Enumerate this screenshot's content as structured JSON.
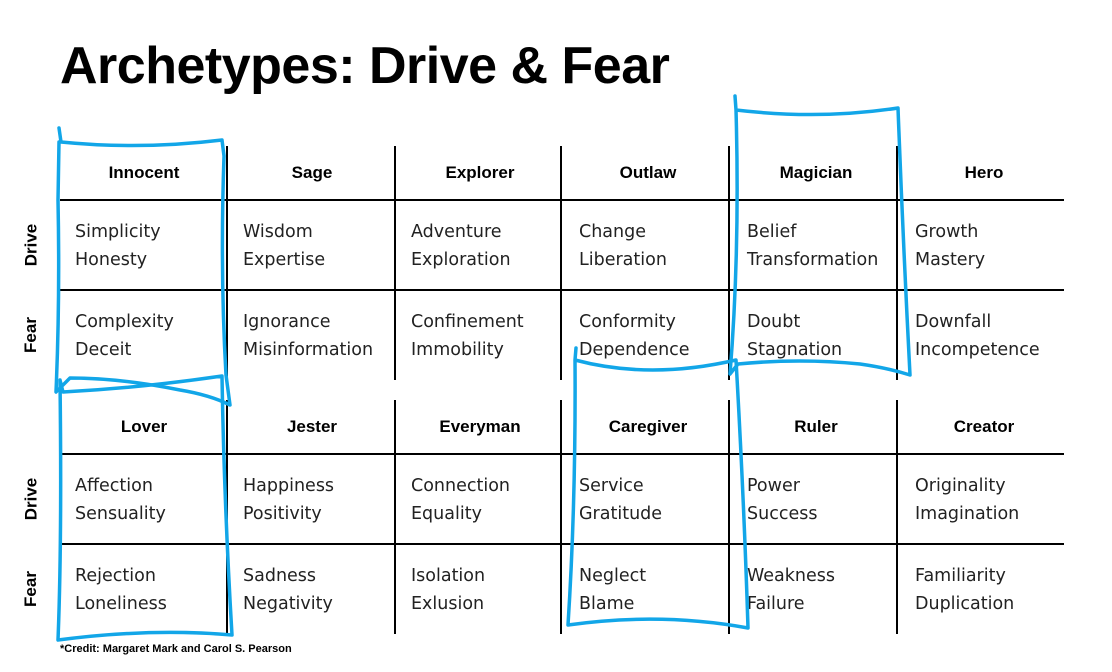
{
  "title": "Archetypes: Drive & Fear",
  "row_labels": {
    "drive": "Drive",
    "fear": "Fear"
  },
  "blocks": [
    {
      "archetypes": [
        {
          "name": "Innocent",
          "drive": [
            "Simplicity",
            "Honesty"
          ],
          "fear": [
            "Complexity",
            "Deceit"
          ]
        },
        {
          "name": "Sage",
          "drive": [
            "Wisdom",
            "Expertise"
          ],
          "fear": [
            "Ignorance",
            "Misinformation"
          ]
        },
        {
          "name": "Explorer",
          "drive": [
            "Adventure",
            "Exploration"
          ],
          "fear": [
            "Confinement",
            "Immobility"
          ]
        },
        {
          "name": "Outlaw",
          "drive": [
            "Change",
            "Liberation"
          ],
          "fear": [
            "Conformity",
            "Dependence"
          ]
        },
        {
          "name": "Magician",
          "drive": [
            "Belief",
            "Transformation"
          ],
          "fear": [
            "Doubt",
            "Stagnation"
          ]
        },
        {
          "name": "Hero",
          "drive": [
            "Growth",
            "Mastery"
          ],
          "fear": [
            "Downfall",
            "Incompetence"
          ]
        }
      ]
    },
    {
      "archetypes": [
        {
          "name": "Lover",
          "drive": [
            "Affection",
            "Sensuality"
          ],
          "fear": [
            "Rejection",
            "Loneliness"
          ]
        },
        {
          "name": "Jester",
          "drive": [
            "Happiness",
            "Positivity"
          ],
          "fear": [
            "Sadness",
            "Negativity"
          ]
        },
        {
          "name": "Everyman",
          "drive": [
            "Connection",
            "Equality"
          ],
          "fear": [
            "Isolation",
            "Exlusion"
          ]
        },
        {
          "name": "Caregiver",
          "drive": [
            "Service",
            "Gratitude"
          ],
          "fear": [
            "Neglect",
            "Blame"
          ]
        },
        {
          "name": "Ruler",
          "drive": [
            "Power",
            "Success"
          ],
          "fear": [
            "Weakness",
            "Failure"
          ]
        },
        {
          "name": "Creator",
          "drive": [
            "Originality",
            "Imagination"
          ],
          "fear": [
            "Familiarity",
            "Duplication"
          ]
        }
      ]
    }
  ],
  "credit": "*Credit: Margaret Mark and Carol S. Pearson",
  "colors": {
    "highlight_stroke": "#12a6e8",
    "text": "#000000"
  }
}
